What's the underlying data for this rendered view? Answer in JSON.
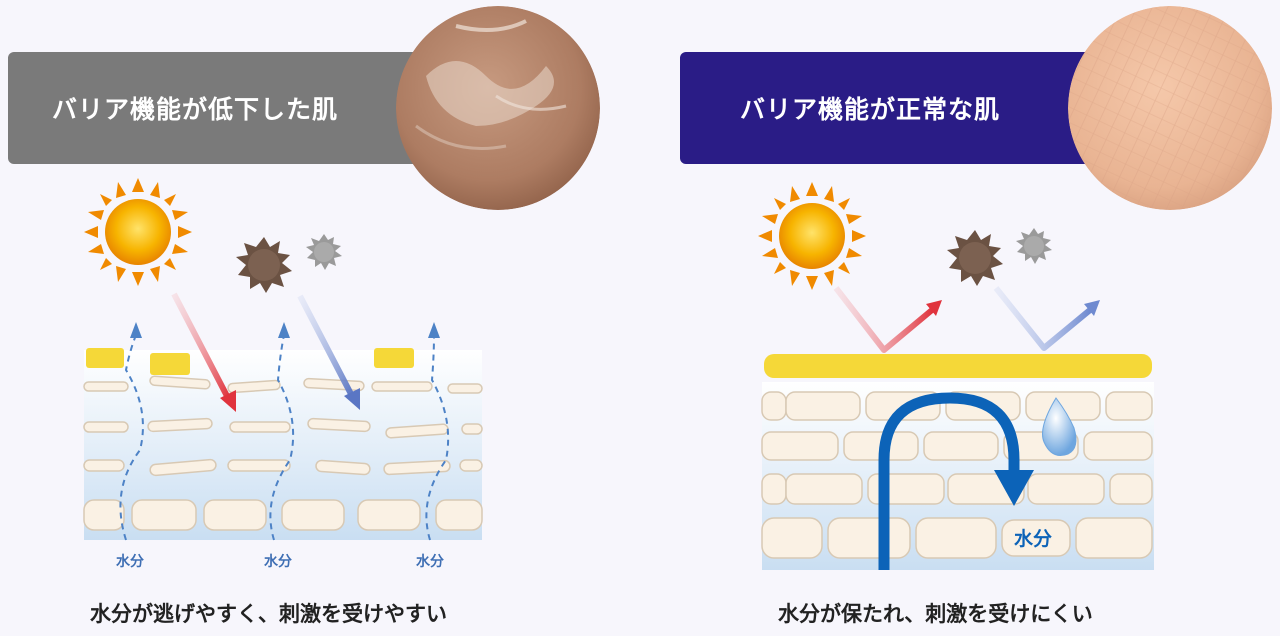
{
  "panels": {
    "left": {
      "banner_text": "バリア機能が低下した肌",
      "banner_color": "#7a7a7a",
      "water_labels": [
        "水分",
        "水分",
        "水分"
      ],
      "caption": "水分が逃げやすく、刺激を受けやすい"
    },
    "right": {
      "banner_text": "バリア機能が正常な肌",
      "banner_color": "#2a1c86",
      "water_label": "水分",
      "caption": "水分が保たれ、刺激を受けにくい"
    }
  },
  "colors": {
    "sun": "#f39a00",
    "uv_arrow": "#e0333d",
    "dust_arrow": "#6f8ad0",
    "barrier": "#f5d838",
    "water_arrow": "#0c63b8"
  }
}
